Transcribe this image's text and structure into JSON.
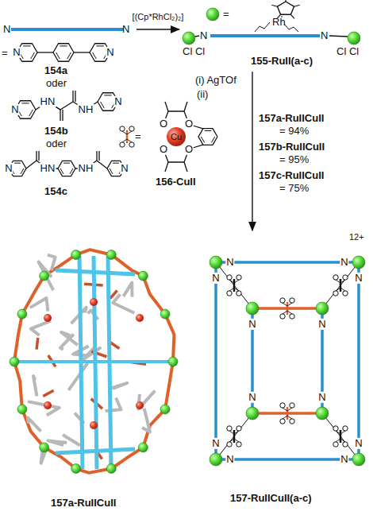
{
  "diagram": {
    "nodes": [
      {
        "text": [
          "N",
          "N"
        ]
      },
      {
        "text": [
          "N",
          "N",
          "Cl Cl",
          "Cl Cl",
          "155-RuII(a-c)"
        ]
      },
      {
        "text": [
          "157-RuIICuII(a-c)",
          "12+"
        ]
      }
    ],
    "edges": [
      {
        "from": 0,
        "to": 1,
        "arrow": "to",
        "label": "[(Cp*RhCl₂)₂]"
      },
      {
        "from": 1,
        "to": 2,
        "arrow": "to"
      }
    ],
    "labels": [
      "=",
      "N",
      "N",
      "154a",
      "oder",
      "N",
      "HN",
      "NH",
      "N",
      "154b",
      "oder",
      "N",
      "HN",
      "NH",
      "N",
      "154c",
      "=",
      "Rh",
      "(i) AgTOf",
      "(ii)",
      "=",
      "Cu",
      "O",
      "O",
      "O",
      "O",
      "156-CuII",
      "157a-RuIICuII",
      "= 94%",
      "157b-RuIICuII",
      "= 95%",
      "157c-RuIICuII",
      "= 75%",
      "157a-RuIICuII",
      "N",
      "N",
      "N",
      "N",
      "N",
      "N",
      "N",
      "N",
      "N",
      "N",
      "N",
      "N"
    ]
  }
}
